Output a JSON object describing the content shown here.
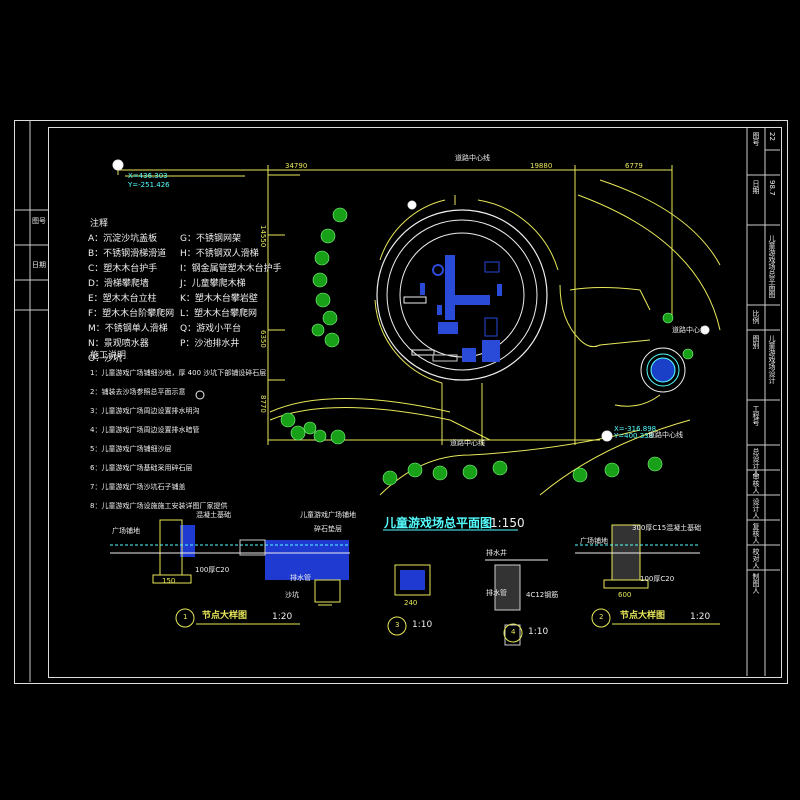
{
  "plan": {
    "main_title": "儿童游戏场总平面图",
    "main_scale": "1:150",
    "coord_top_x": "X=436.303",
    "coord_top_y": "Y=-251.426",
    "coord_right_x": "X=-316.898",
    "coord_right_y": "Y=400.338",
    "circle_label_top": "道路中心线",
    "circle_label_bottom": "道路中心线",
    "circle_label_right": "道路中心线",
    "road_label_right": "道路中心线",
    "dim_top_left": "34790",
    "dim_top_mid": "19880",
    "dim_top_right": "6779",
    "dim_left_1": "14550",
    "dim_left_2": "6350",
    "dim_left_3": "8770"
  },
  "legend": {
    "title": "注释",
    "items_left": [
      "A：沉淀沙坑盖板",
      "B：不锈钢滑梯滑道",
      "C：塑木木台护手",
      "D：滑梯攀爬墙",
      "E：塑木木台立柱",
      "F：塑木木台阶攀爬网",
      "M：不锈钢单人滑梯",
      "N：景观喷水器",
      "O：沙坑"
    ],
    "items_right": [
      "G：不锈钢网架",
      "H：不锈钢双人滑梯",
      "I：钢金属管塑木木台护手",
      "J：儿童攀爬木梯",
      "K：塑木木台攀岩壁",
      "L：塑木木台攀爬网",
      "Q：游戏小平台",
      "P：沙池排水井"
    ]
  },
  "notes": {
    "title": "施工说明",
    "items": [
      "1：儿童游戏广场铺细沙地，厚 400 沙坑下部铺设碎石层",
      "2：铺装去沙场参照总平面示意",
      "3：儿童游戏广场周边设置排水明沟",
      "4：儿童游戏广场周边设置排水暗管",
      "5：儿童游戏广场铺细沙层",
      "6：儿童游戏广场基础采用碎石层",
      "7：儿童游戏广场沙坑石子铺盖",
      "8：儿童游戏广场设施施工安装详图厂家提供"
    ]
  },
  "details": [
    {
      "num": "1",
      "title": "节点大样图",
      "scale": "1:20"
    },
    {
      "num": "3",
      "title": "",
      "scale": "1:10"
    },
    {
      "num": "4",
      "title": "",
      "scale": "1:10"
    },
    {
      "num": "2",
      "title": "节点大样图",
      "scale": "1:20"
    }
  ],
  "detail_labels": {
    "d1_a": "广场铺地",
    "d1_b": "混凝土基础",
    "d1_c": "沙坑",
    "d1_d": "100厚C20",
    "d1_e": "儿童游戏广场铺地",
    "d1_f": "碎石垫层",
    "d1_g": "排水管",
    "d1_dim": "150",
    "d3_dim": "240",
    "d4_a": "排水井",
    "d4_b": "排水管",
    "d4_c": "4C12钢筋",
    "d2_a": "广场铺地",
    "d2_b": "300厚C15混凝土基础",
    "d2_c": "100厚C20",
    "d2_dim": "600"
  },
  "title_block": {
    "project": "儿童游戏场设计",
    "drawing": "儿童游戏场总平面图",
    "drawing_no_label": "图号",
    "drawing_no": "22",
    "date_label": "日期",
    "date": "98.7",
    "scale_label": "比例",
    "sign_rows": [
      "总设计人",
      "审核人",
      "设计人",
      "复核人",
      "校对人",
      "制图人"
    ],
    "left_strip": [
      "工程号",
      "图别"
    ]
  },
  "left_strip_text": [
    "图号",
    "日期"
  ]
}
